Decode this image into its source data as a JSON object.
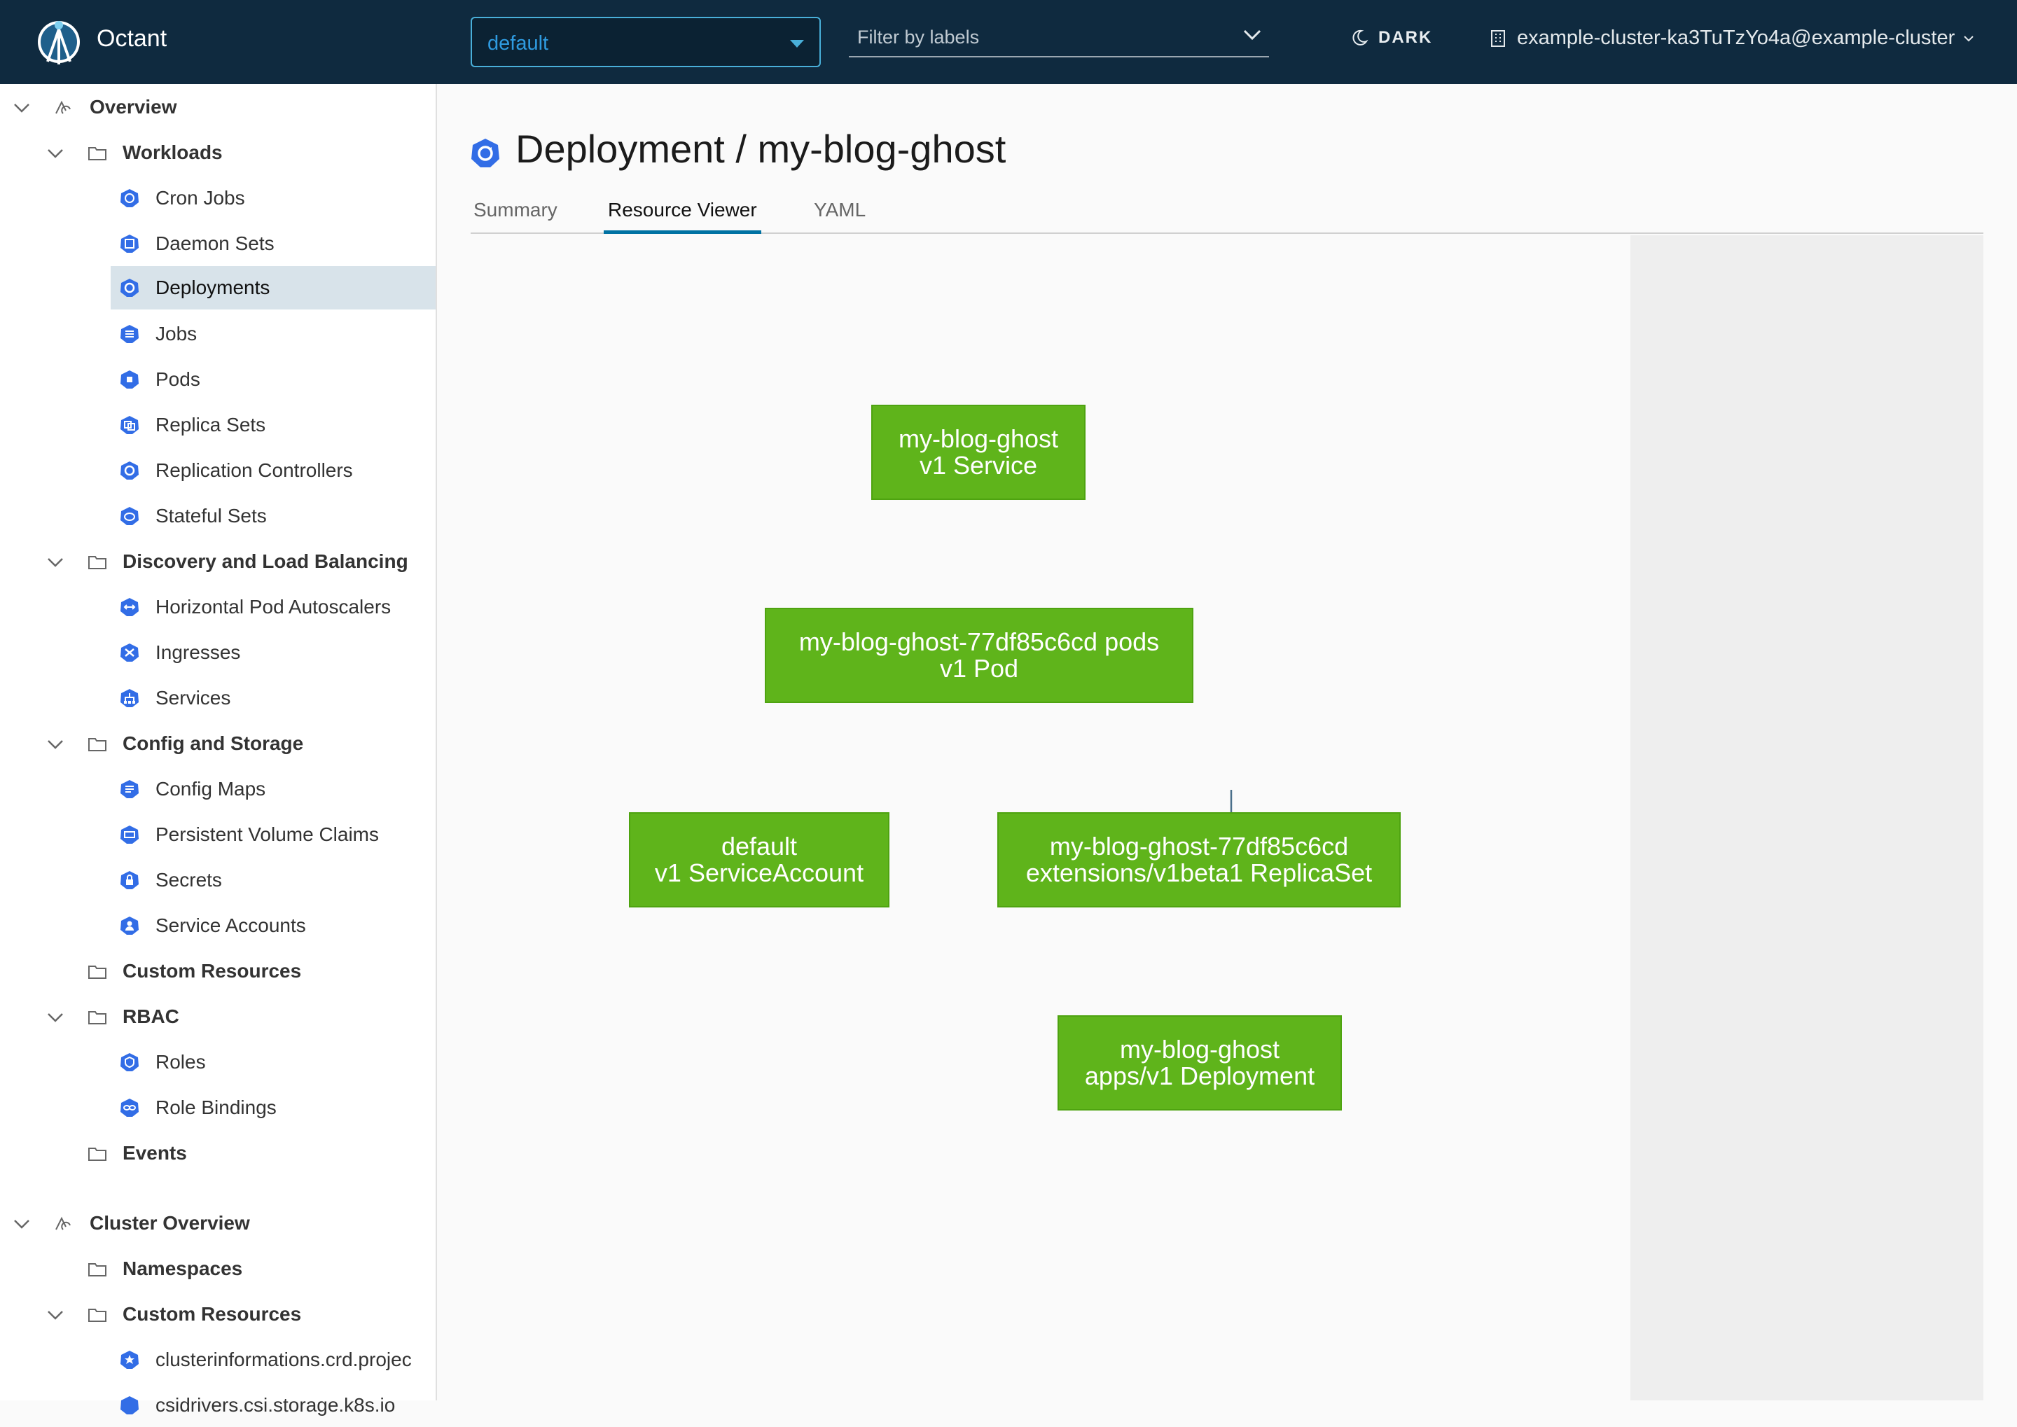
{
  "header": {
    "app_title": "Octant",
    "namespace": "default",
    "label_filter_placeholder": "Filter by labels",
    "theme_toggle": "DARK",
    "cluster_context": "example-cluster-ka3TuTzYo4a@example-cluster"
  },
  "sidebar": {
    "overview": "Overview",
    "workloads": "Workloads",
    "workload_items": [
      "Cron Jobs",
      "Daemon Sets",
      "Deployments",
      "Jobs",
      "Pods",
      "Replica Sets",
      "Replication Controllers",
      "Stateful Sets"
    ],
    "discovery": "Discovery and Load Balancing",
    "discovery_items": [
      "Horizontal Pod Autoscalers",
      "Ingresses",
      "Services"
    ],
    "config": "Config and Storage",
    "config_items": [
      "Config Maps",
      "Persistent Volume Claims",
      "Secrets",
      "Service Accounts"
    ],
    "custom_resources": "Custom Resources",
    "rbac": "RBAC",
    "rbac_items": [
      "Roles",
      "Role Bindings"
    ],
    "events": "Events",
    "cluster_overview": "Cluster Overview",
    "namespaces": "Namespaces",
    "cluster_custom_resources": "Custom Resources",
    "cluster_custom_items": [
      "clusterinformations.crd.projec",
      "csidrivers.csi.storage.k8s.io"
    ]
  },
  "main": {
    "title": "Deployment / my-blog-ghost",
    "tabs": [
      "Summary",
      "Resource Viewer",
      "YAML"
    ],
    "active_tab": "Resource Viewer",
    "graph": {
      "nodes": [
        {
          "id": "service",
          "line1": "my-blog-ghost",
          "line2": "v1 Service"
        },
        {
          "id": "pods",
          "line1": "my-blog-ghost-77df85c6cd pods",
          "line2": "v1 Pod"
        },
        {
          "id": "sa",
          "line1": "default",
          "line2": "v1 ServiceAccount"
        },
        {
          "id": "rs",
          "line1": "my-blog-ghost-77df85c6cd",
          "line2": "extensions/v1beta1 ReplicaSet"
        },
        {
          "id": "deploy",
          "line1": "my-blog-ghost",
          "line2": "apps/v1 Deployment"
        }
      ],
      "edges": [
        [
          "service",
          "pods"
        ],
        [
          "pods",
          "sa"
        ],
        [
          "pods",
          "rs"
        ],
        [
          "rs",
          "deploy"
        ]
      ]
    }
  },
  "colors": {
    "header_bg": "#0f2a3f",
    "accent": "#49afd9",
    "node_green": "#5fb41b",
    "icon_blue": "#326de6",
    "active_nav": "#d8e3ea"
  }
}
